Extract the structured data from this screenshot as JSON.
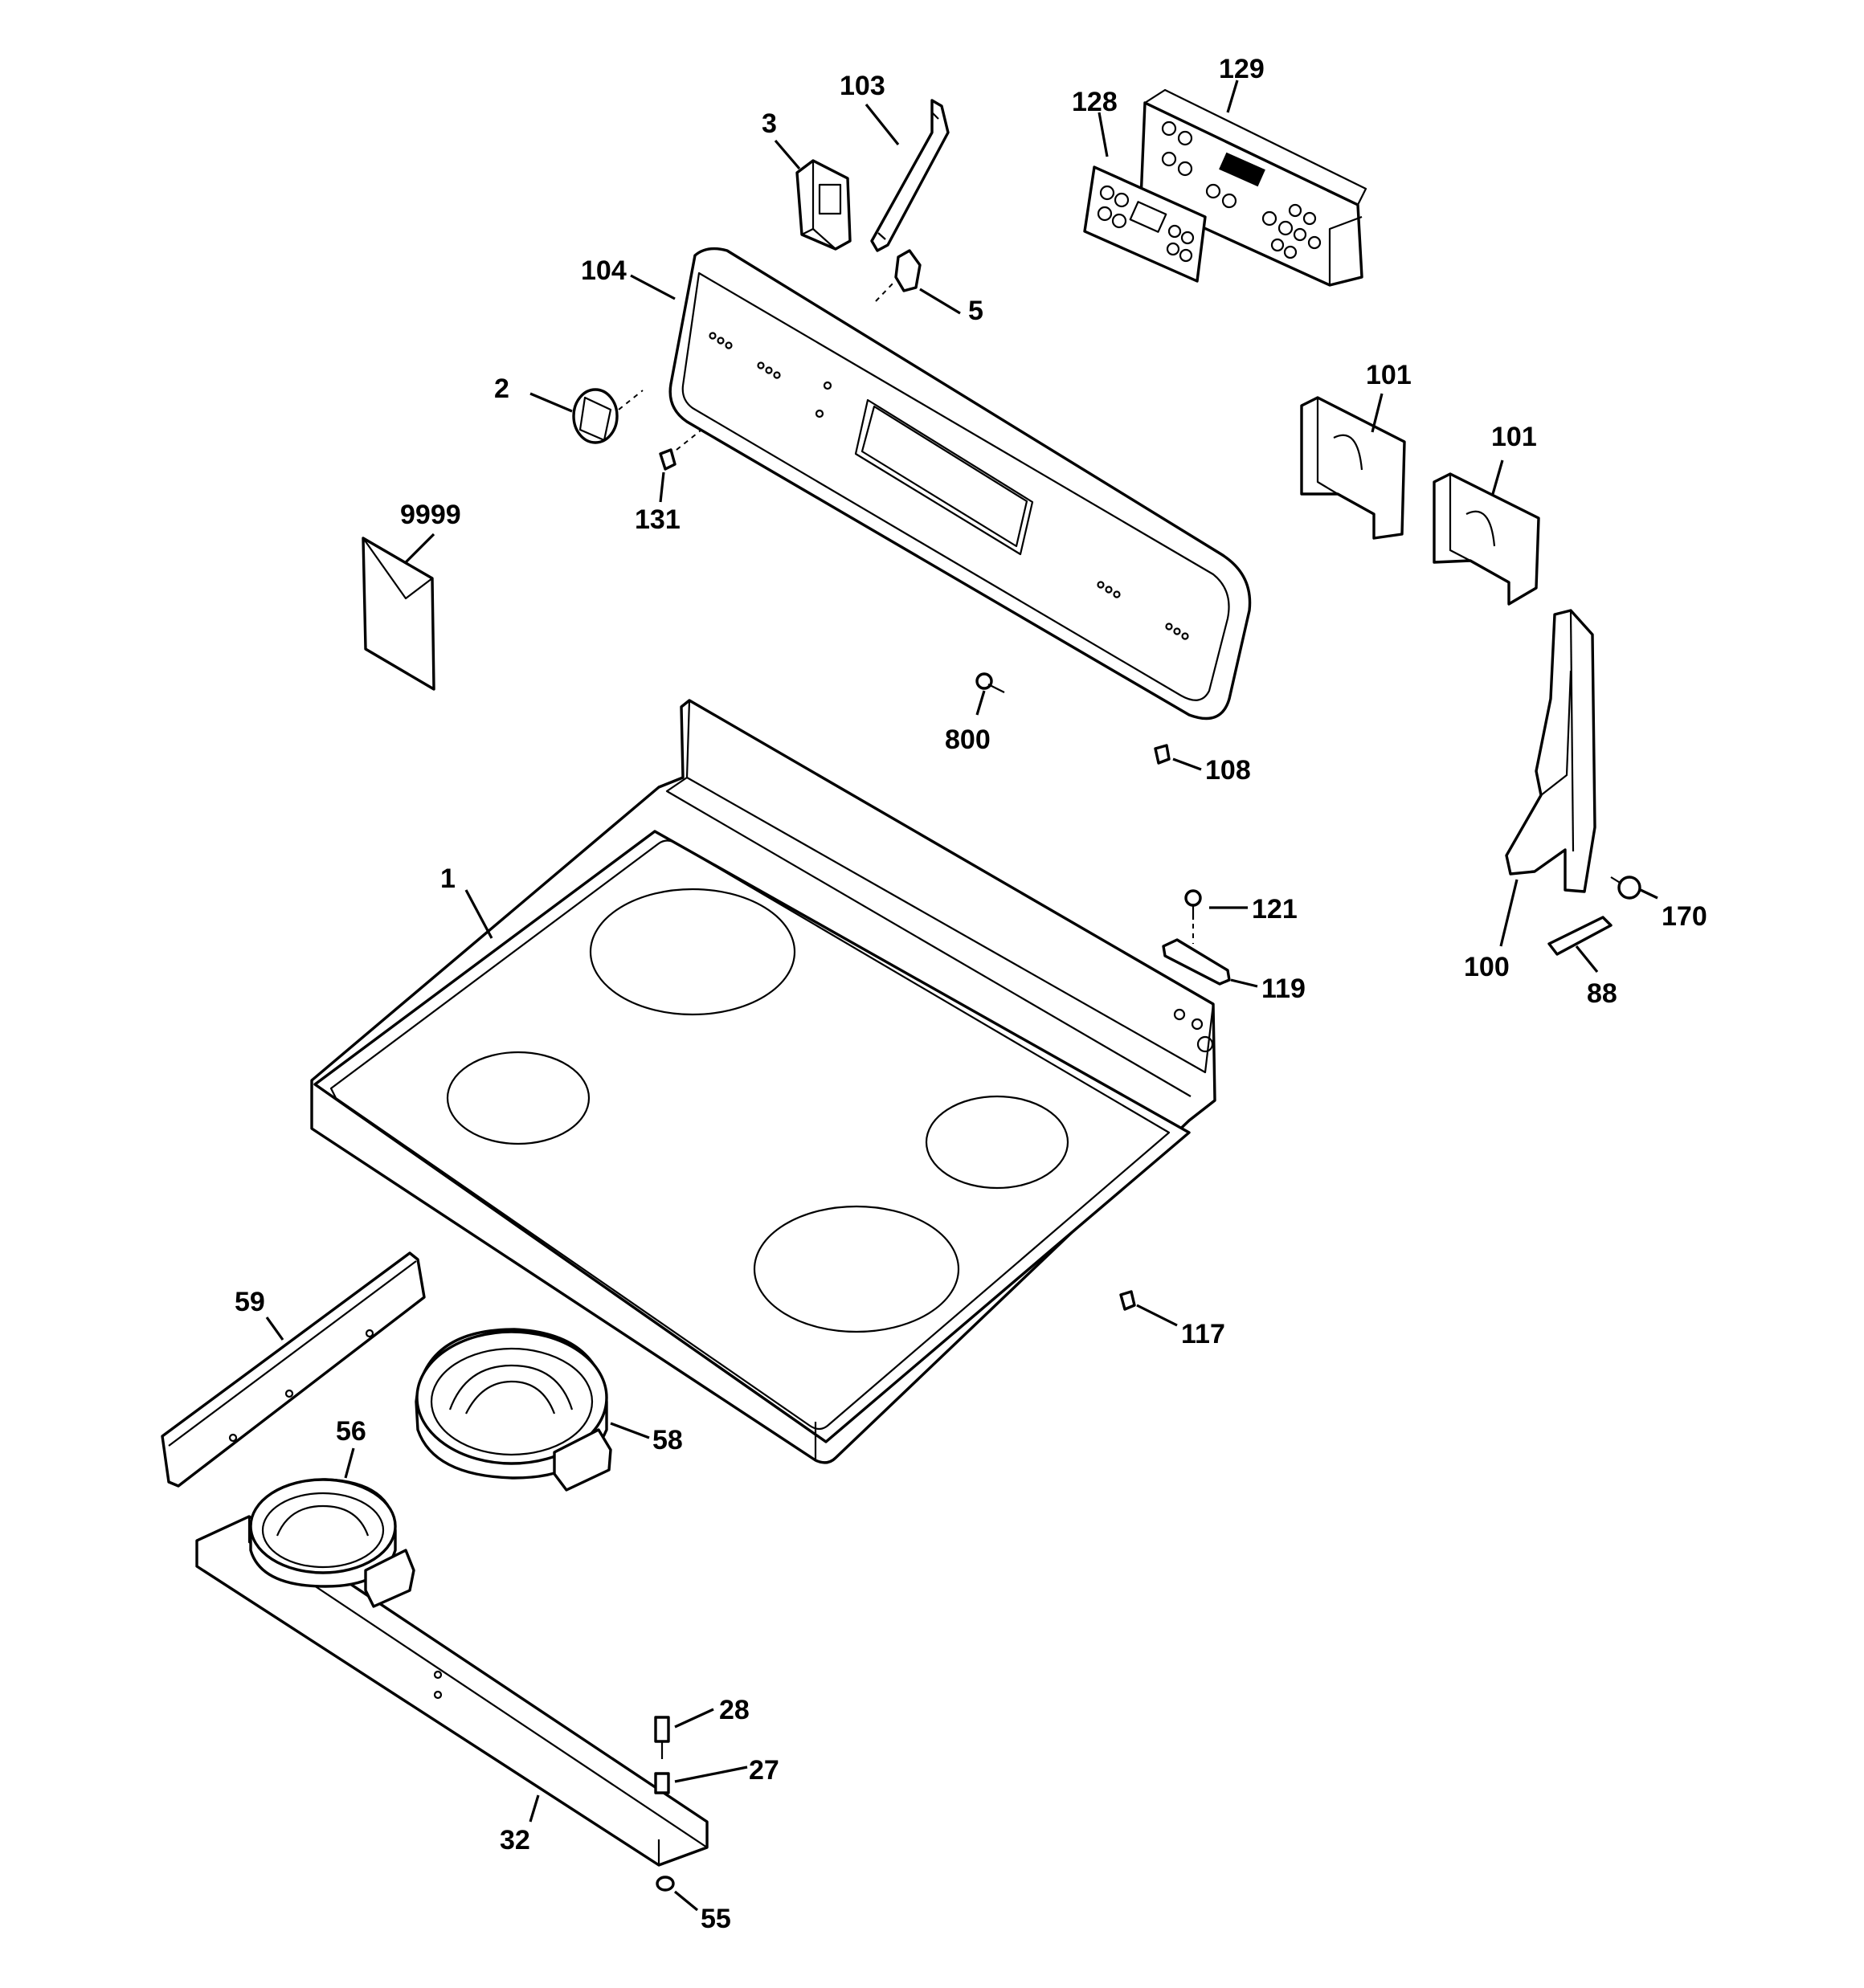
{
  "diagram": {
    "labels": {
      "p1": "1",
      "p2": "2",
      "p3": "3",
      "p5": "5",
      "p27": "27",
      "p28": "28",
      "p32": "32",
      "p55": "55",
      "p56": "56",
      "p58": "58",
      "p59": "59",
      "p88": "88",
      "p100": "100",
      "p101a": "101",
      "p101b": "101",
      "p103": "103",
      "p104": "104",
      "p108": "108",
      "p117": "117",
      "p119": "119",
      "p121": "121",
      "p128": "128",
      "p129": "129",
      "p131": "131",
      "p170": "170",
      "p800": "800",
      "p9999": "9999"
    }
  }
}
